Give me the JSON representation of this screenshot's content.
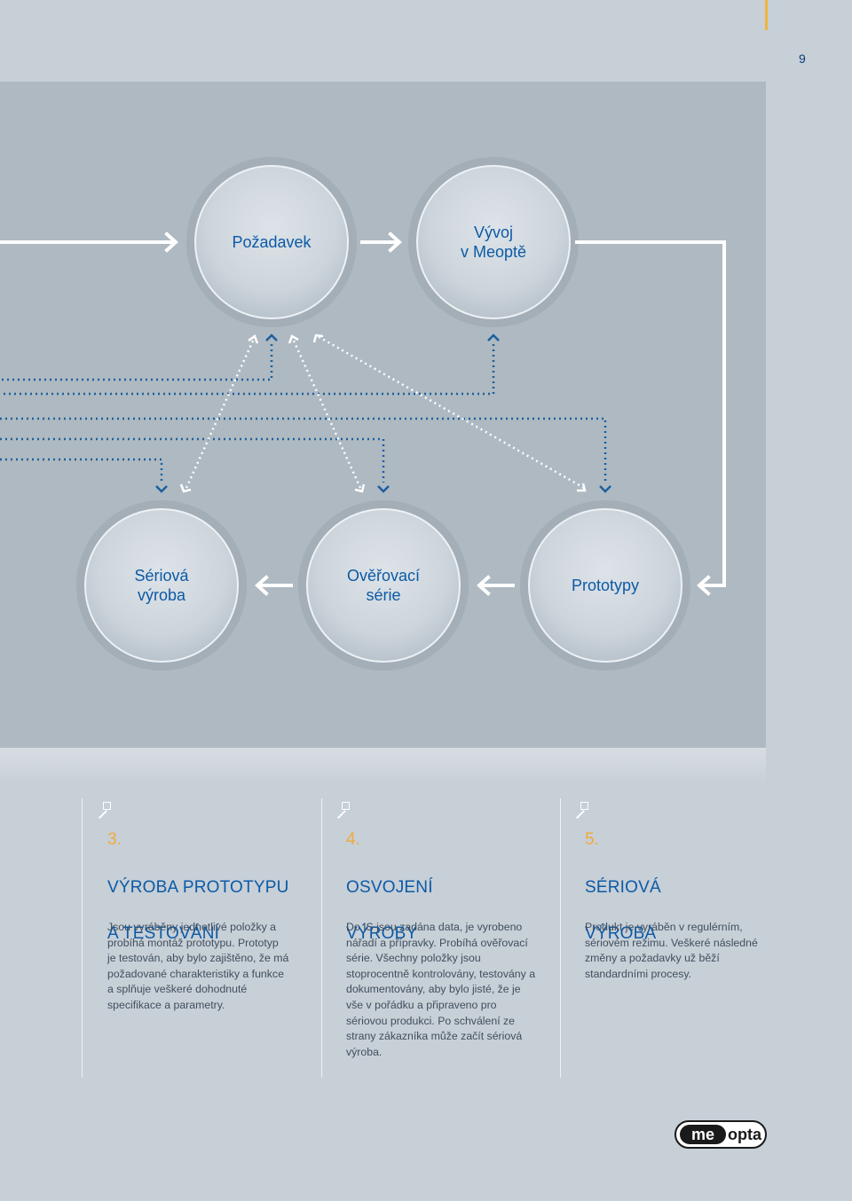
{
  "page": {
    "number": "9"
  },
  "diagram": {
    "nodes": {
      "pozadavek": "Požadavek",
      "vyvoj_line1": "Vývoj",
      "vyvoj_line2": "v Meoptě",
      "seriova_line1": "Sériová",
      "seriova_line2": "výroba",
      "overovaci_line1": "Ověřovací",
      "overovaci_line2": "série",
      "prototypy": "Prototypy"
    }
  },
  "columns": [
    {
      "number": "3.",
      "title_line1": "VÝROBA PROTOTYPU",
      "title_line2": "A TESTOVÁNÍ",
      "body": "Jsou vyráběny jednotlivé položky a probíhá montáž prototypu. Prototyp je testován, aby bylo zajištěno, že má požadované charakteristiky a funkce a splňuje veškeré dohodnuté specifikace a parametry."
    },
    {
      "number": "4.",
      "title_line1": "OSVOJENÍ",
      "title_line2": "VÝROBY",
      "body": "Do IS jsou zadána data, je vyrobeno nářadí a přípravky. Probíhá ověřovací série. Všechny položky jsou stoprocentně kontrolovány, testovány a dokumentovány, aby bylo jisté, že je vše v pořádku a připraveno pro sériovou produkci. Po schválení ze strany zákazníka může začít sériová výroba."
    },
    {
      "number": "5.",
      "title_line1": "SÉRIOVÁ",
      "title_line2": "VÝROBA",
      "body": "Produkt je vyráběn v regulérním, sériovém režimu. Veškeré následné změny a požadavky už běží standardními procesy."
    }
  ],
  "logo": {
    "text": "meopta"
  },
  "colors": {
    "accent_blue": "#0c5aa6",
    "accent_orange": "#f2a93b",
    "panel": "#aeb9c1",
    "background": "#c7cfd7"
  }
}
